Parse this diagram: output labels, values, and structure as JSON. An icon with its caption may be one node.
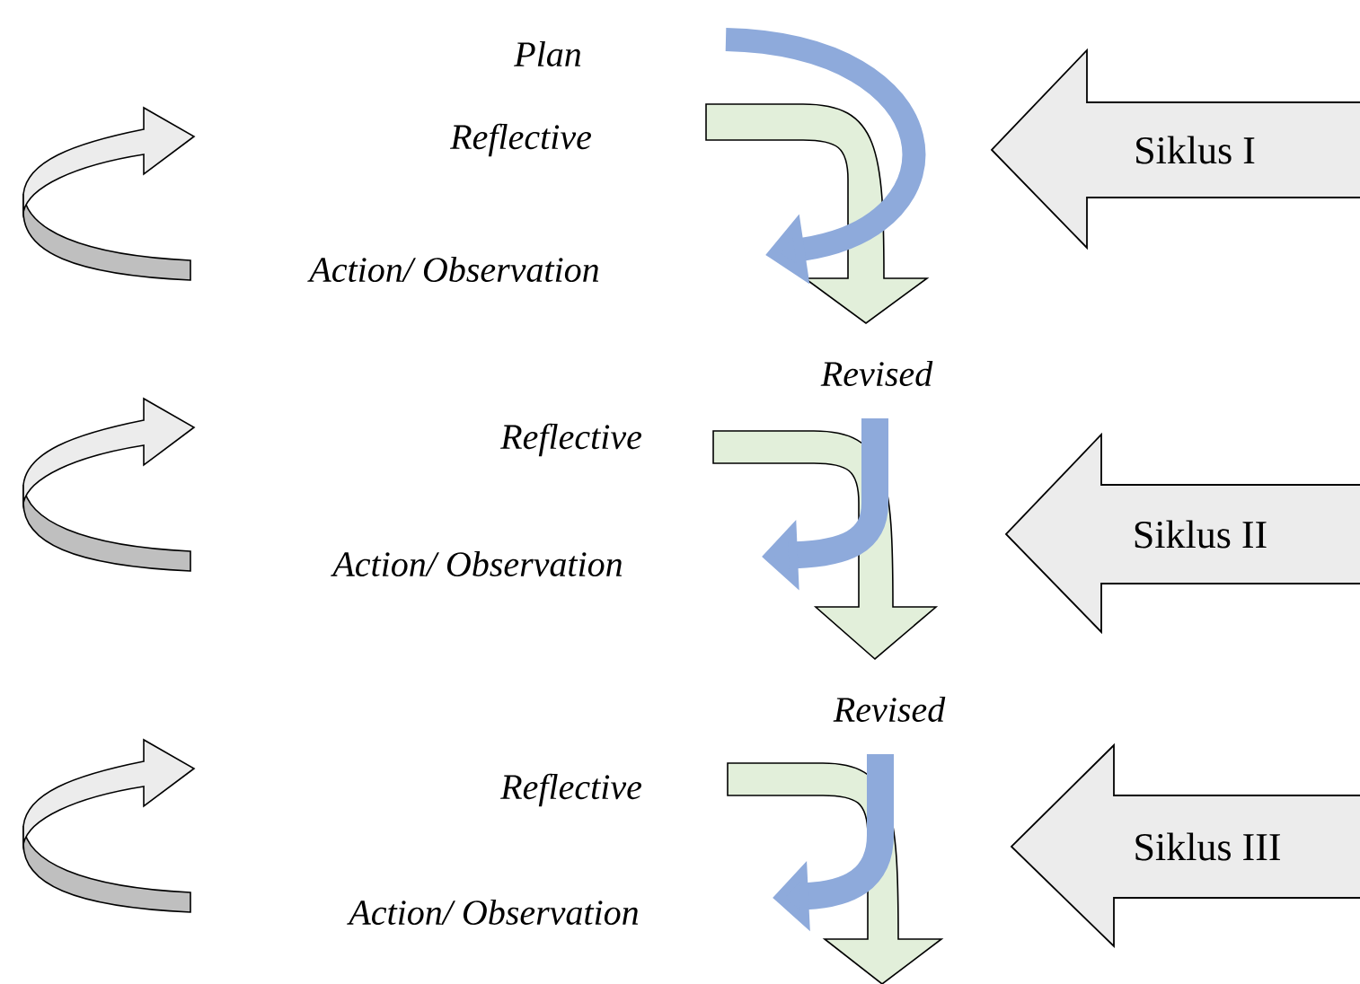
{
  "diagram": {
    "nodes": [
      {
        "text": [
          "Siklus I"
        ]
      },
      {
        "text": [
          "Siklus II"
        ]
      },
      {
        "text": [
          "Siklus III"
        ]
      }
    ],
    "labels": [
      "Plan",
      "Reflective",
      "Action/ Observation",
      "Revised",
      "Reflective",
      "Action/ Observation",
      "Revised",
      "Reflective",
      "Action/ Observation"
    ]
  }
}
